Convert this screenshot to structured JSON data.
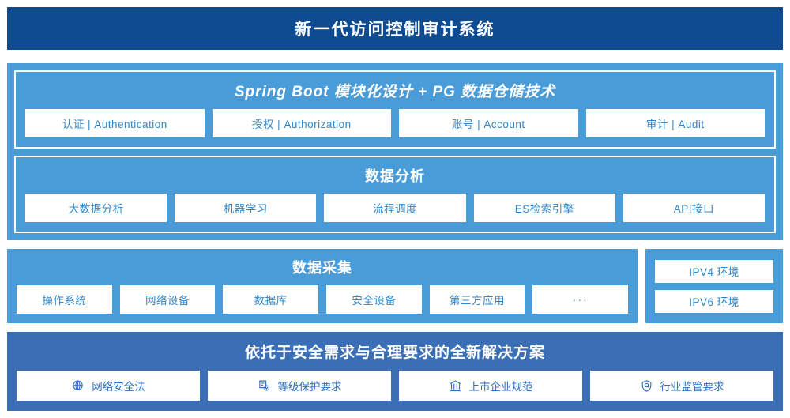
{
  "header": {
    "title": "新一代访问控制审计系统",
    "bg_color": "#0e4b91",
    "text_color": "#ffffff"
  },
  "theme": {
    "panel_blue": "#4a9cd8",
    "bottom_blue": "#3b6fb5",
    "chip_bg": "#ffffff",
    "chip_text": "#2f86c8",
    "chip_text_bottom": "#2f6fbf"
  },
  "platform_card": {
    "title": "Spring Boot 模块化设计 + PG 数据仓储技术",
    "items": [
      {
        "label": "认证 | Authentication"
      },
      {
        "label": "授权 | Authorization"
      },
      {
        "label": "账号 | Account"
      },
      {
        "label": "审计 | Audit"
      }
    ]
  },
  "analysis_card": {
    "title": "数据分析",
    "items": [
      {
        "label": "大数据分析"
      },
      {
        "label": "机器学习"
      },
      {
        "label": "流程调度"
      },
      {
        "label": "ES检索引擎"
      },
      {
        "label": "API接口"
      }
    ]
  },
  "collection_card": {
    "title": "数据采集",
    "items": [
      {
        "label": "操作系统"
      },
      {
        "label": "网络设备"
      },
      {
        "label": "数据库"
      },
      {
        "label": "安全设备"
      },
      {
        "label": "第三方应用"
      },
      {
        "label": "···"
      }
    ]
  },
  "environment_card": {
    "items": [
      {
        "label": "IPV4 环境"
      },
      {
        "label": "IPV6 环境"
      }
    ]
  },
  "solution_card": {
    "title": "依托于安全需求与合理要求的全新解决方案",
    "items": [
      {
        "label": "网络安全法",
        "icon": "globe-network-icon"
      },
      {
        "label": "等级保护要求",
        "icon": "document-check-icon"
      },
      {
        "label": "上市企业规范",
        "icon": "bank-building-icon"
      },
      {
        "label": "行业监管要求",
        "icon": "shield-search-icon"
      }
    ]
  }
}
